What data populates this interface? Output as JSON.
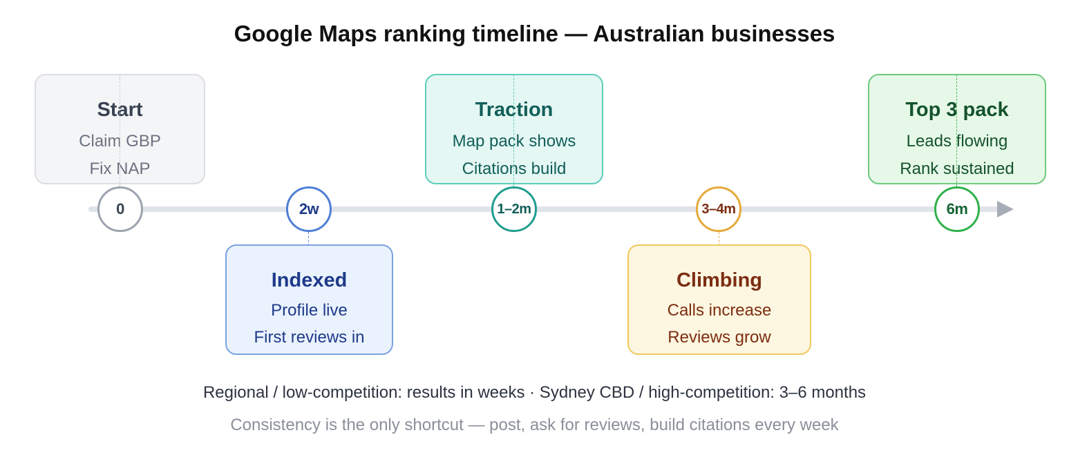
{
  "title": "Google Maps ranking timeline — Australian businesses",
  "milestones": [
    {
      "marker": "0",
      "title": "Start",
      "lines": [
        "Claim GBP",
        "Fix NAP"
      ],
      "color": "#6b7280"
    },
    {
      "marker": "2w",
      "title": "Indexed",
      "lines": [
        "Profile live",
        "First reviews in"
      ],
      "color": "#1e3a8a"
    },
    {
      "marker": "1–2m",
      "title": "Traction",
      "lines": [
        "Map pack shows",
        "Citations build"
      ],
      "color": "#0f766e"
    },
    {
      "marker": "3–4m",
      "title": "Climbing",
      "lines": [
        "Calls increase",
        "Reviews grow"
      ],
      "color": "#7c2d12"
    },
    {
      "marker": "6m",
      "title": "Top 3 pack",
      "lines": [
        "Leads flowing",
        "Rank sustained"
      ],
      "color": "#166534"
    }
  ],
  "footnotes": {
    "primary": "Regional / low-competition: results in weeks · Sydney CBD / high-competition: 3–6 months",
    "secondary": "Consistency is the only shortcut — post, ask for reviews, build citations every week"
  }
}
